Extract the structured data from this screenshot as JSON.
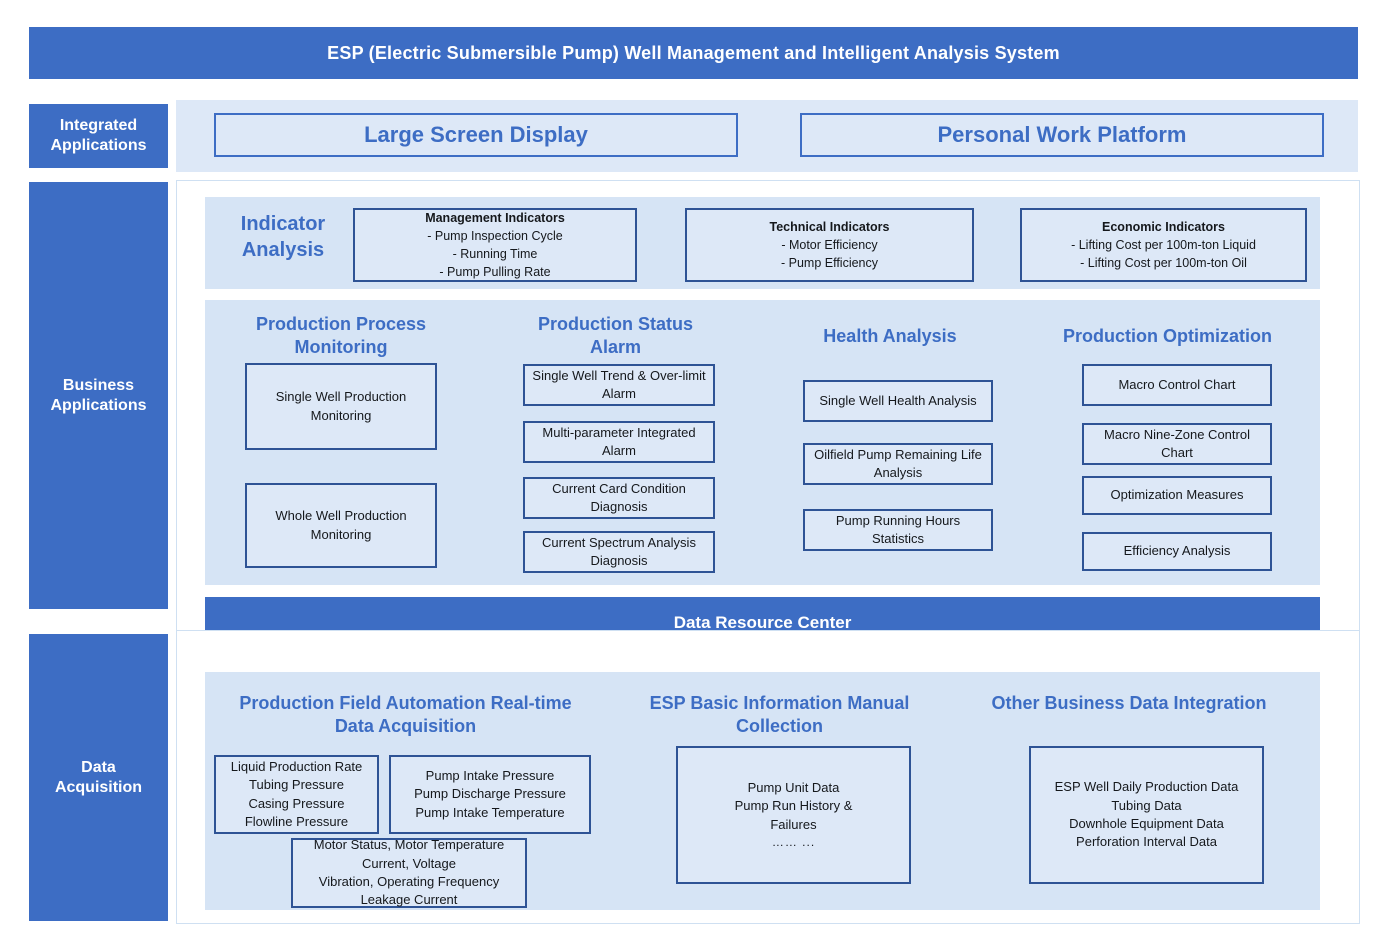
{
  "title": "ESP (Electric Submersible Pump) Well Management and Intelligent Analysis System",
  "layers": {
    "integrated": "Integrated\nApplications",
    "integrated_label": "Integrated Applications",
    "business_label": "Business Applications",
    "data_label": "Data Acquisition"
  },
  "integrated_apps": {
    "large_screen": "Large Screen Display",
    "personal_platform": "Personal Work Platform"
  },
  "indicator_analysis": {
    "title": "Indicator Analysis",
    "management": {
      "header": "Management Indicators",
      "items": [
        "- Pump Inspection Cycle",
        "- Running Time",
        "- Pump Pulling Rate"
      ]
    },
    "technical": {
      "header": "Technical Indicators",
      "items": [
        "- Motor Efficiency",
        "- Pump Efficiency"
      ]
    },
    "economic": {
      "header": "Economic Indicators",
      "items": [
        "- Lifting Cost per 100m-ton Liquid",
        "- Lifting Cost per 100m-ton Oil"
      ]
    }
  },
  "business": {
    "columns": [
      {
        "title": "Production Process Monitoring",
        "items": [
          "Single Well Production Monitoring",
          "Whole Well Production Monitoring"
        ]
      },
      {
        "title": "Production Status Alarm",
        "items": [
          "Single Well Trend & Over-limit Alarm",
          "Multi-parameter Integrated Alarm",
          "Current Card Condition Diagnosis",
          "Current Spectrum Analysis Diagnosis"
        ]
      },
      {
        "title": "Health Analysis",
        "items": [
          "Single Well Health Analysis",
          "Oilfield Pump Remaining Life Analysis",
          "Pump Running Hours Statistics"
        ]
      },
      {
        "title": "Production Optimization",
        "items": [
          "Macro Control Chart",
          "Macro Nine-Zone Control Chart",
          "Optimization Measures",
          "Efficiency Analysis"
        ]
      }
    ]
  },
  "data_resource_center": "Data Resource Center",
  "data_acquisition": {
    "columns": [
      {
        "title": "Production Field Automation Real-time Data Acquisition",
        "boxes": [
          [
            "Liquid Production Rate",
            "Tubing Pressure",
            "Casing Pressure",
            "Flowline Pressure"
          ],
          [
            "Pump Intake Pressure",
            "Pump Discharge Pressure",
            "Pump Intake Temperature"
          ],
          [
            "Motor Status, Motor Temperature",
            "Current, Voltage",
            "Vibration, Operating Frequency",
            "Leakage Current"
          ]
        ]
      },
      {
        "title": "ESP Basic Information Manual Collection",
        "boxes": [
          [
            "Pump Unit Data",
            "Pump Run History &",
            "Failures",
            "……  ..."
          ]
        ]
      },
      {
        "title": "Other Business Data Integration",
        "boxes": [
          [
            "ESP Well Daily Production Data",
            "Tubing Data",
            "Downhole Equipment Data",
            "Perforation Interval Data"
          ]
        ]
      }
    ]
  },
  "colors": {
    "primary_blue": "#3d6dc4",
    "box_border": "#2e5395",
    "panel_bg": "#d6e4f5",
    "box_bg": "#dde8f7"
  }
}
